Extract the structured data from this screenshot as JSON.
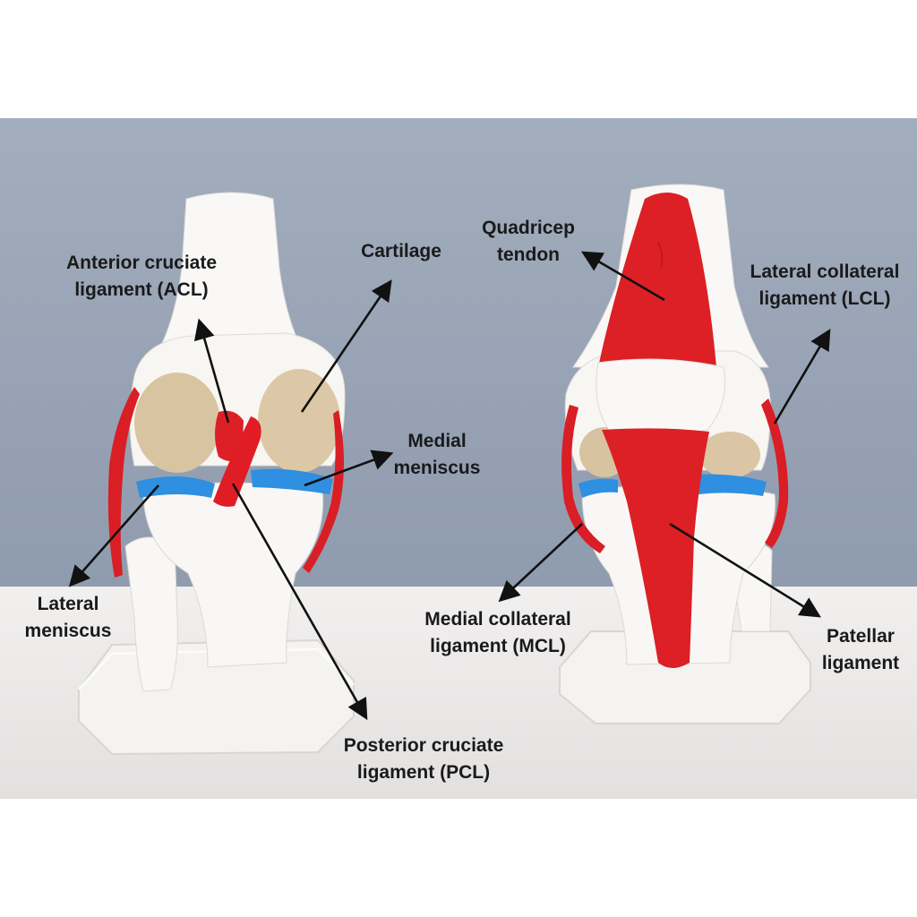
{
  "colors": {
    "wall": "#9aa6b8",
    "table": "#e9e7e6",
    "bone": "#f7f5f2",
    "ligament": "#dd1f26",
    "meniscus": "#2f8fe0",
    "cartilage": "#d8c3a0",
    "text": "#1a1a1a",
    "arrow": "#111111"
  },
  "labels": {
    "acl": [
      "Anterior cruciate",
      "ligament (ACL)"
    ],
    "cartilage": [
      "Cartilage"
    ],
    "medial_meniscus": [
      "Medial",
      "meniscus"
    ],
    "lateral_meniscus": [
      "Lateral",
      "meniscus"
    ],
    "pcl": [
      "Posterior cruciate",
      "ligament (PCL)"
    ],
    "quadricep": [
      "Quadricep",
      "tendon"
    ],
    "lcl": [
      "Lateral collateral",
      "ligament (LCL)"
    ],
    "mcl": [
      "Medial collateral",
      "ligament (MCL)"
    ],
    "patellar": [
      "Patellar",
      "ligament"
    ]
  }
}
